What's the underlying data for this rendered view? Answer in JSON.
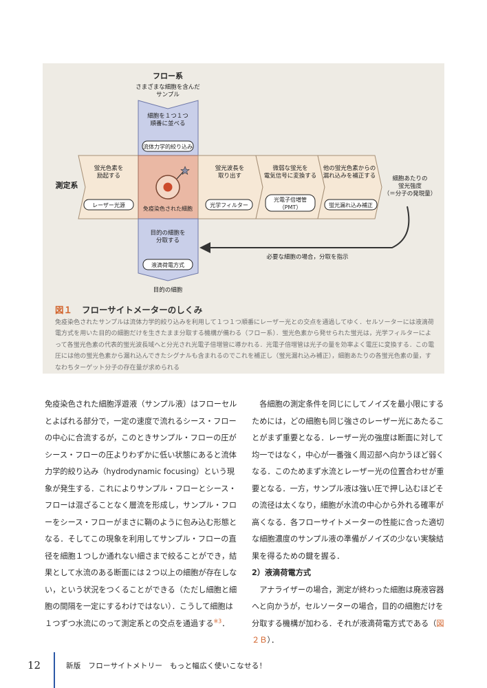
{
  "figure": {
    "flow_label": "フロー系",
    "flow_top_lines": [
      "さまざまな細胞を含んだ",
      "サンプル"
    ],
    "flow_step1_lines": [
      "細胞を１つ１つ",
      "順番に並べる"
    ],
    "flow_step1_box": "流体力学的絞り込み",
    "measure_label": "測定系",
    "excite_lines": [
      "蛍光色素を",
      "励起する"
    ],
    "excite_box": "レーザー光源",
    "center_label": "免疫染色された細胞",
    "wave_lines": [
      "蛍光波長を",
      "取り出す"
    ],
    "wave_box": "光学フィルター",
    "pmt_lines": [
      "微弱な蛍光を",
      "電気信号に変換する"
    ],
    "pmt_box_lines": [
      "光電子倍増管",
      "（PMT）"
    ],
    "comp_lines": [
      "他の蛍光色素からの",
      "漏れ込みを補正する"
    ],
    "comp_box": "蛍光漏れ込み補正",
    "result_lines": [
      "細胞あたりの",
      "蛍光強度",
      "（＝分子の発現量）"
    ],
    "sort_lines": [
      "目的の細胞を",
      "分取する"
    ],
    "sort_box": "液滴荷電方式",
    "sort_bottom": "目的の細胞",
    "feedback_label": "必要な細胞の場合，分取を指示"
  },
  "caption": {
    "number": "図１",
    "title": "フローサイトメーターのしくみ",
    "body": "免疫染色されたサンプルは流体力学的絞り込みを利用して１つ１つ順番にレーザー光との交点を通過してゆく．セルソーターには液滴荷電方式を用いた目的の細胞だけを生きたまま分取する機構が備わる（フロー系）．蛍光色素から発せられた蛍光は，光学フィルターによって各蛍光色素の代表的蛍光波長域へと分光され光電子倍増管に導かれる．光電子倍増管は光子の量を効率よく電圧に変換する．この電圧には他の蛍光色素から漏れ込んできたシグナルも含まれるのでこれを補正し（蛍光漏れ込み補正），細胞あたりの各蛍光色素の量，すなわちターゲット分子の存在量が求められる"
  },
  "left_column": {
    "text": "免疫染色された細胞浮遊液（サンプル液）はフローセルとよばれる部分で，一定の速度で流れるシース・フローの中心に合流するが，このときサンプル・フローの圧がシース・フローの圧よりわずかに低い状態にあると流体力学的絞り込み（hydrodynamic focusing）という現象が発生する．これによりサンプル・フローとシース・フローは混ざることなく層流を形成し，サンプル・フローをシース・フローがまさに鞘のように包み込む形態となる．そしてこの現象を利用してサンプル・フローの直径を細胞１つしか通れない細さまで絞ることができ，結果として水流のある断面には２つ以上の細胞が存在しない，という状況をつくることができる（ただし細胞と細胞の間隔を一定にするわけではない）．こうして細胞は１つずつ水流にのって測定系との交点を通過する",
    "ref": "※3",
    "end": "．"
  },
  "right_column": {
    "para1": "各細胞の測定条件を同じにしてノイズを最小限にするためには，どの細胞も同じ強さのレーザー光にあたることがまず重要となる．レーザー光の強度は断面に対して均一ではなく，中心が一番強く周辺部へ向かうほど弱くなる．このためまず水流とレーザー光の位置合わせが重要となる．一方，サンプル液は強い圧で押し込むほどその流径は太くなり，細胞が水流の中心から外れる確率が高くなる．各フローサイトメーターの性能に合った適切な細胞濃度のサンプル液の準備がノイズの少ない実験結果を得るための鍵を握る．",
    "heading": "2）液滴荷電方式",
    "para2": "アナライザーの場合，測定が終わった細胞は廃液容器へと向かうが，セルソーターの場合，目的の細胞だけを分取する機構が加わる．それが液滴荷電方式である（",
    "para2_ref": "図２Ｂ",
    "para2_end": "）．"
  },
  "footer": {
    "page_number": "12",
    "book_title": "新版　フローサイトメトリー　もっと幅広く使いこなせる！"
  },
  "colors": {
    "accent": "#d2622a",
    "flow_blue": "#c9cfe9",
    "measure_beige": "#f6e8d6",
    "center_pink": "#eab8a4",
    "footer_blue": "#2a57a6"
  }
}
